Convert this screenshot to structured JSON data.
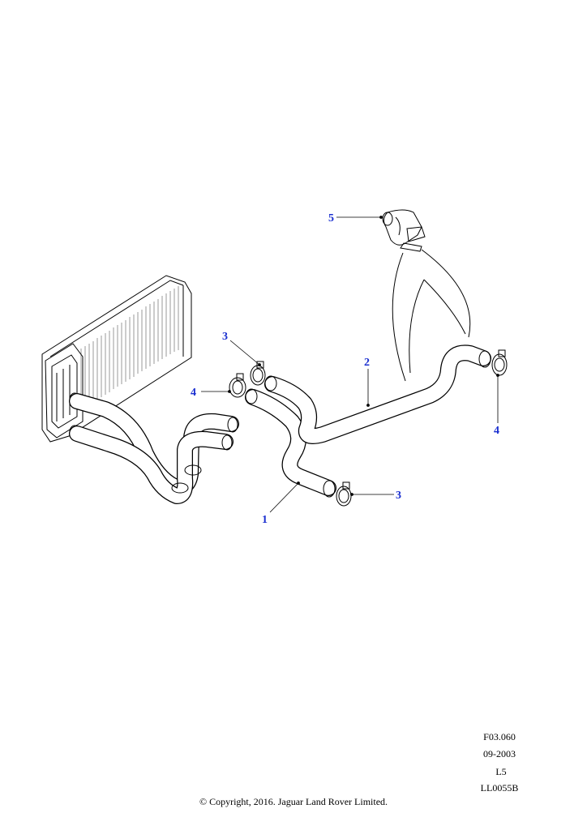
{
  "callouts": [
    {
      "id": "c1",
      "label": "1"
    },
    {
      "id": "c2",
      "label": "2"
    },
    {
      "id": "c3a",
      "label": "3"
    },
    {
      "id": "c3b",
      "label": "3"
    },
    {
      "id": "c4a",
      "label": "4"
    },
    {
      "id": "c4b",
      "label": "4"
    },
    {
      "id": "c5",
      "label": "5"
    }
  ],
  "reference": {
    "figure": "F03.060",
    "date": "09-2003",
    "level": "L5",
    "code": "LL0055B"
  },
  "copyright": "© Copyright, 2016. Jaguar Land Rover Limited.",
  "colors": {
    "callout": "#1a2fd0",
    "line": "#000000"
  }
}
